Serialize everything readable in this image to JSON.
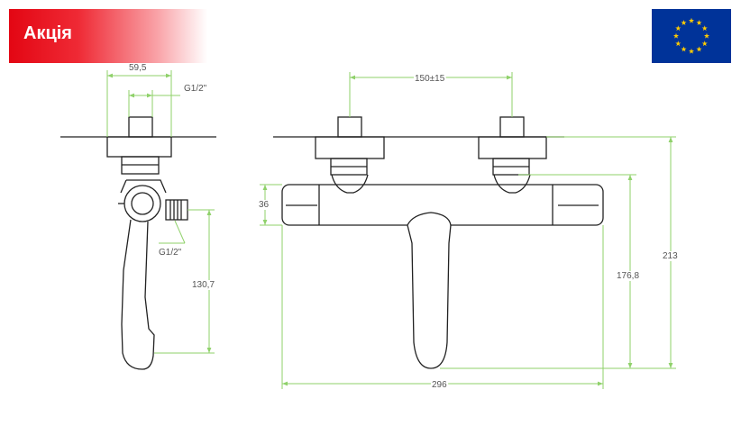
{
  "promo": {
    "label": "Акція",
    "color": "#e30613"
  },
  "eu_flag": {
    "icon": "eu-flag-icon",
    "background": "#003399",
    "star_color": "#ffcc00"
  },
  "colors": {
    "outline": "#222222",
    "dimension": "#8fd16a",
    "dimension_text": "#555555"
  },
  "side_view": {
    "width": "59,5",
    "thread_top": "G1/2\"",
    "thread_side": "G1/2\"",
    "spout_height": "130,7"
  },
  "front_view": {
    "center_distance": "150±15",
    "body_height": "36",
    "spout_height": "176,8",
    "total_height": "213",
    "total_width": "296"
  }
}
